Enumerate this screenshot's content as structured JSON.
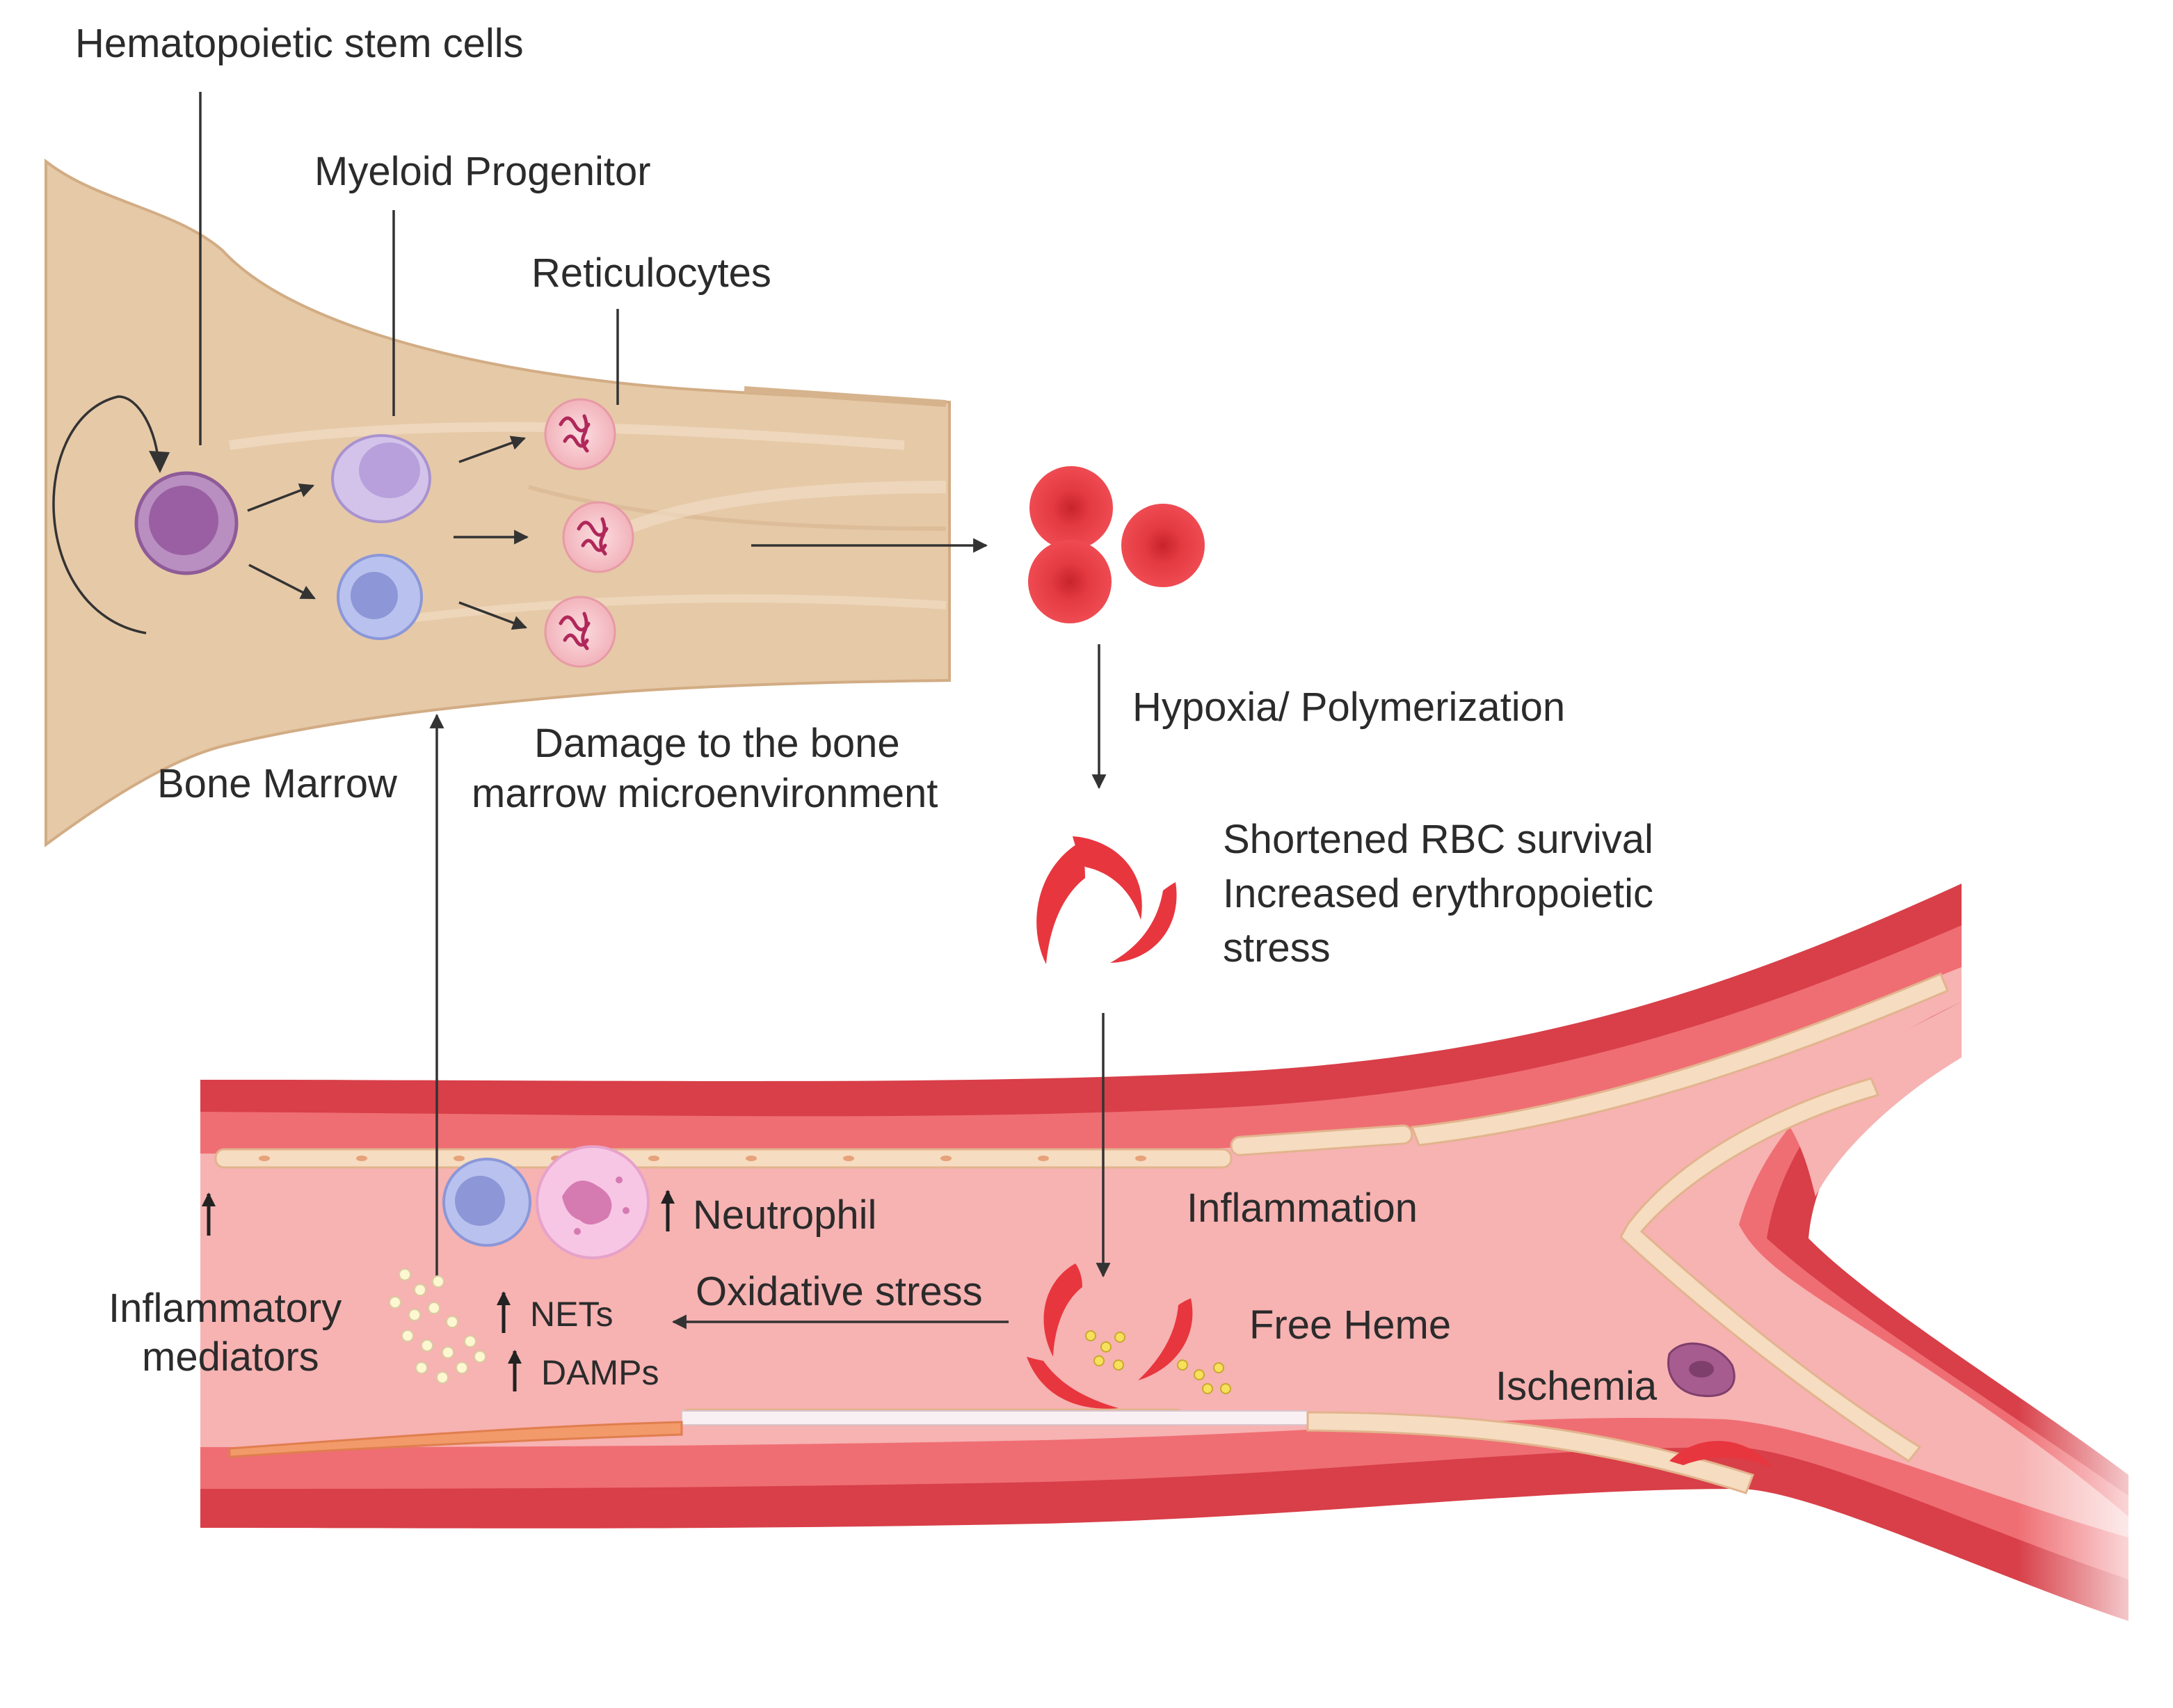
{
  "labels": {
    "hsc": "Hematopoietic stem cells",
    "myeloid": "Myeloid Progenitor",
    "reticulocytes": "Reticulocytes",
    "bone_marrow": "Bone Marrow",
    "damage_line1": "Damage to the bone",
    "damage_line2": "marrow microenvironment",
    "hypoxia": "Hypoxia/ Polymerization",
    "shortened_line1": "Shortened RBC survival",
    "shortened_line2": "Increased erythropoietic",
    "shortened_line3": "stress",
    "inflammation": "Inflammation",
    "neutrophil": "Neutrophil",
    "oxidative": "Oxidative stress",
    "nets": "NETs",
    "damps": "DAMPs",
    "free_heme": "Free Heme",
    "ischemia": "Ischemia",
    "inflam_med_line1": "Inflammatory",
    "inflam_med_line2": "mediators"
  },
  "colors": {
    "bone": "#e5c8a6",
    "vessel_wall": "#d9414b",
    "vessel_lumen": "#f7b4b4",
    "rbc": "#e8363e",
    "stem_cell": "#a56dae",
    "progenitor": "#c5b3e0",
    "reticulocyte": "#f6c6cc",
    "neutrophil": "#f4bde0",
    "lymphocyte": "#9ba6e0"
  }
}
